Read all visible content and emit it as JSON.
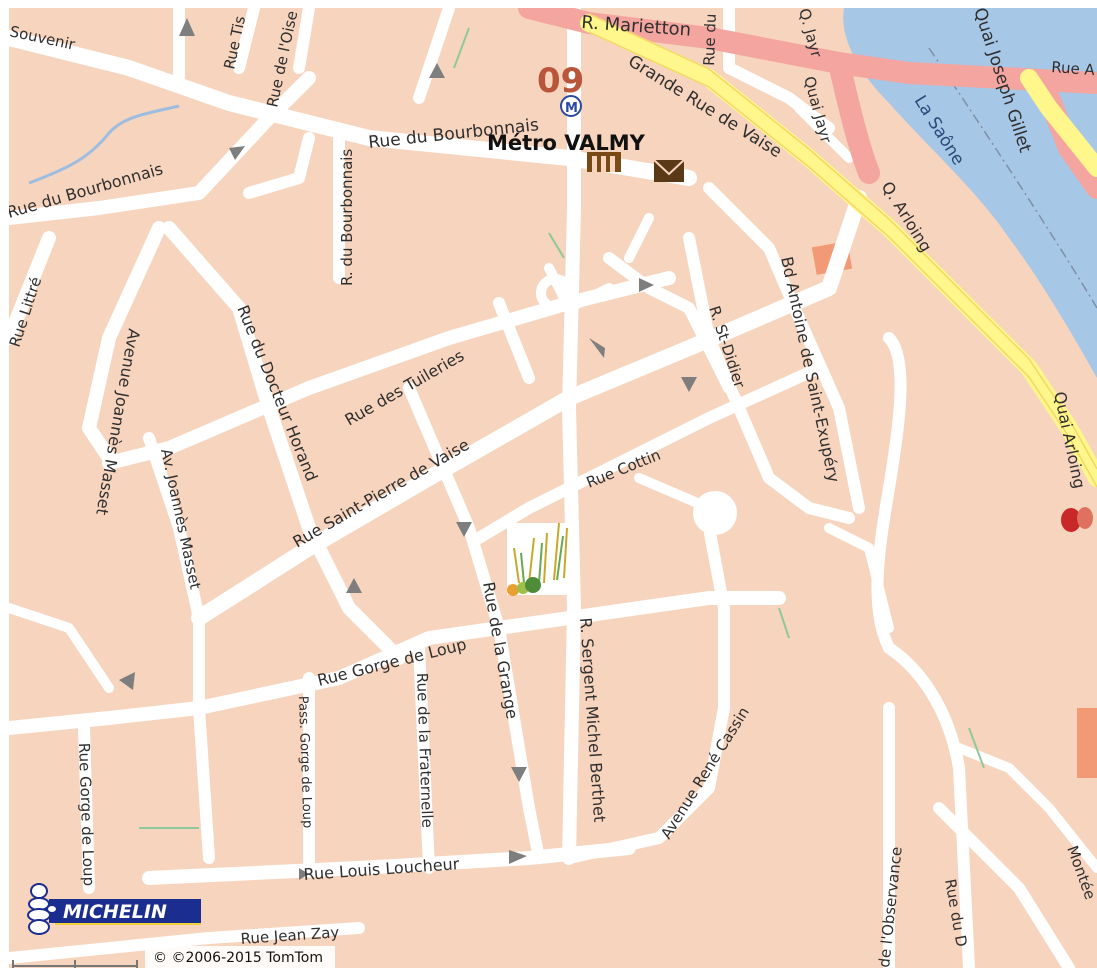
{
  "map": {
    "district_number": "09",
    "metro_symbol": "M",
    "station_label": "Métro VALMY",
    "river_label": "La Saône",
    "streets": [
      "Souvenir",
      "Rue Tis",
      "Rue de l'Oise",
      "R. Marietton",
      "Rue du",
      "Q. Jayr",
      "Quai Jayr",
      "Quai Joseph Gillet",
      "Rue A",
      "Grande Rue de Vaise",
      "Rue du Bourbonnais",
      "Rue du Bourbonnais",
      "R. du Bourbonnais",
      "Q. Arloing",
      "Rue Littré",
      "Bd Antoine de Saint-Exupéry",
      "R. St-Didier",
      "Avenue Joannès Masset",
      "Rue des Tuileries",
      "Rue du Docteur Horand",
      "Av. Joannès Masset",
      "Quai Arloing",
      "Rue Saint-Pierre de Vaise",
      "Rue Cottin",
      "Rue Gorge de Loup",
      "Rue de la Grange",
      "R. Sergent Michel Berthet",
      "Avenue René Cassin",
      "Rue de la Fraternelle",
      "Pass. Gorge de Loup",
      "Rue Gorge de Loup",
      "Rue Louis Loucheur",
      "Rue Jean Zay",
      "Montée",
      "de l'Observance",
      "Rue du D"
    ],
    "icons": [
      "metro-icon",
      "museum-icon",
      "post-office-icon",
      "theatre-icon",
      "park-icon"
    ],
    "brand": "MICHELIN",
    "copyright": "© ©2006-2015 TomTom",
    "colors": {
      "background": "#f7d4bd",
      "road": "#ffffff",
      "major_road": "#f4a5a0",
      "highway": "#fff68c",
      "river": "#a6c7e6",
      "district_number": "#b8553b",
      "michelin_blue": "#1b2d8f"
    }
  }
}
